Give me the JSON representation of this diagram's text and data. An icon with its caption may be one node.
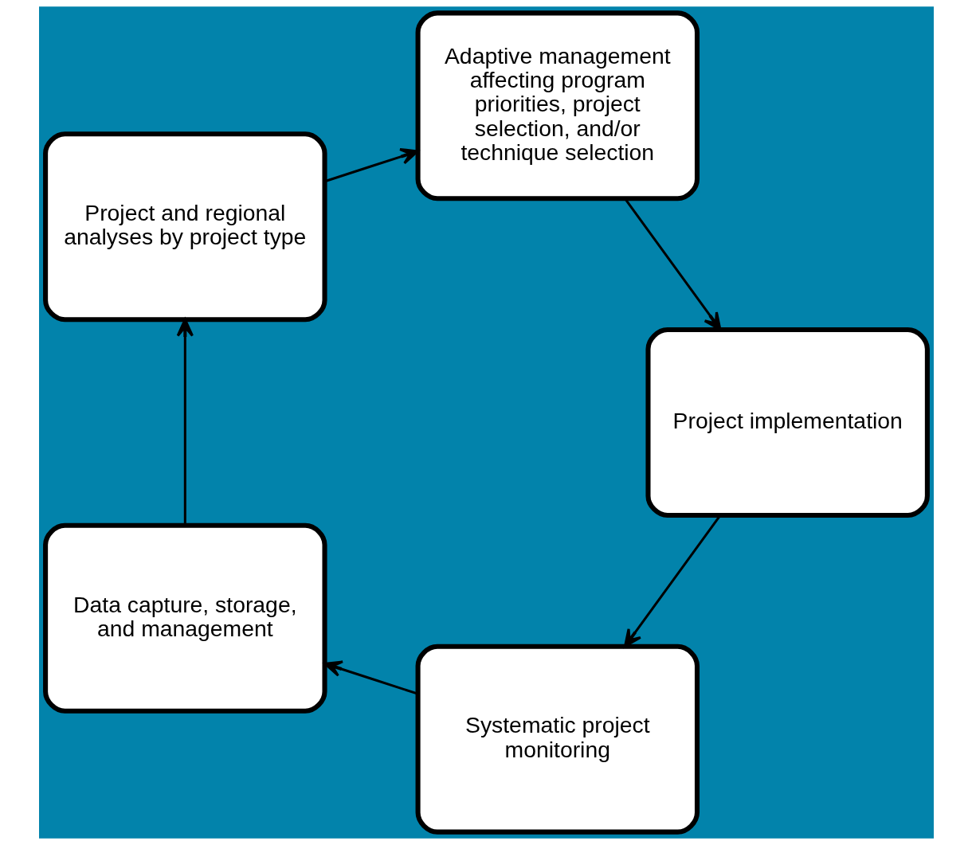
{
  "diagram": {
    "nodes": [
      {
        "text": [
          "Systematic project monitoring"
        ]
      },
      {
        "text": [
          "Data capture, storage, and management"
        ]
      },
      {
        "text": [
          "Project and regional analyses by project type"
        ]
      },
      {
        "text": [
          "Adaptive management affecting program priorities, project selection, and/or technique selection"
        ]
      },
      {
        "text": [
          "Project implementation"
        ]
      }
    ],
    "edges": [
      {
        "from": 0,
        "to": 1,
        "arrow": "to"
      },
      {
        "from": 1,
        "to": 2,
        "arrow": "to"
      },
      {
        "from": 2,
        "to": 3,
        "arrow": "to"
      },
      {
        "from": 3,
        "to": 4,
        "arrow": "to"
      },
      {
        "from": 4,
        "to": 0,
        "arrow": "to"
      }
    ]
  }
}
